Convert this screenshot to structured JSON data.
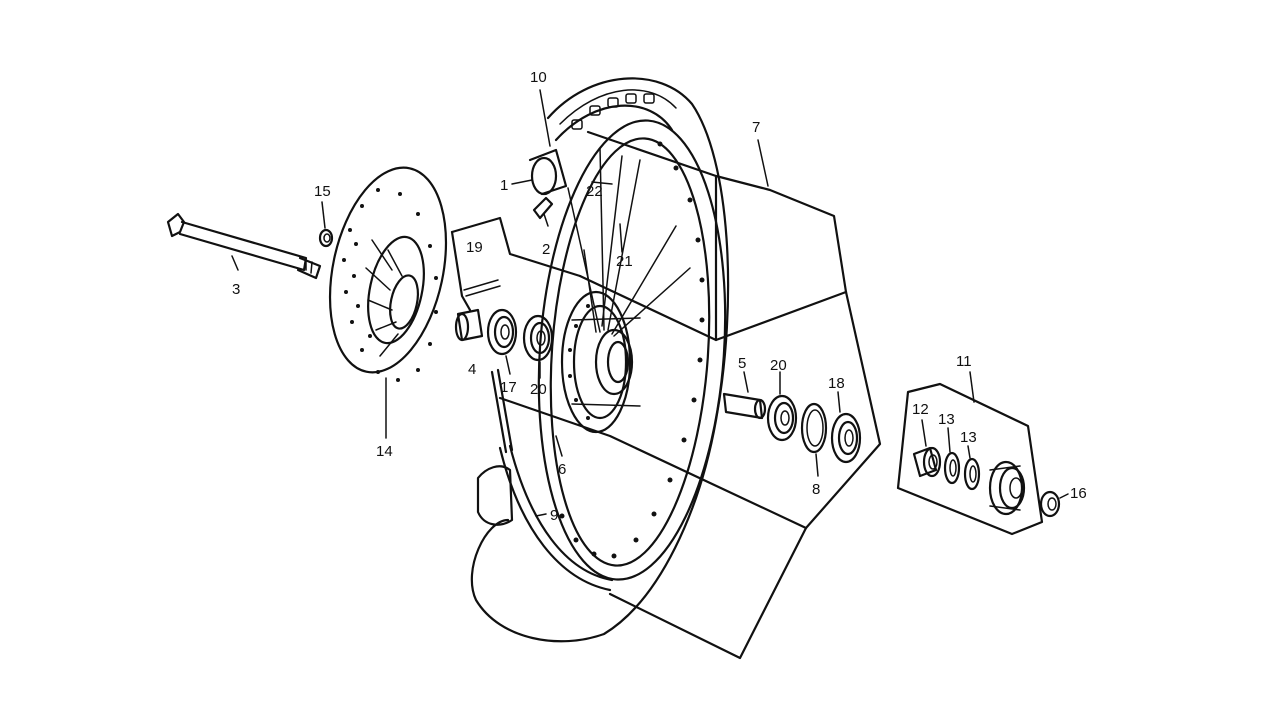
{
  "labels": {
    "part_1": "1",
    "part_2": "2",
    "part_3": "3",
    "part_4": "4",
    "part_5": "5",
    "part_6": "6",
    "part_7": "7",
    "part_8": "8",
    "part_9": "9",
    "part_10": "10",
    "part_11": "11",
    "part_12": "12",
    "part_13a": "13",
    "part_13b": "13",
    "part_14": "14",
    "part_15": "15",
    "part_16": "16",
    "part_17": "17",
    "part_18": "18",
    "part_19": "19",
    "part_20a": "20",
    "part_20b": "20",
    "part_21": "21",
    "part_22": "22"
  },
  "colors": {
    "line": "#111111",
    "background": "#ffffff"
  }
}
